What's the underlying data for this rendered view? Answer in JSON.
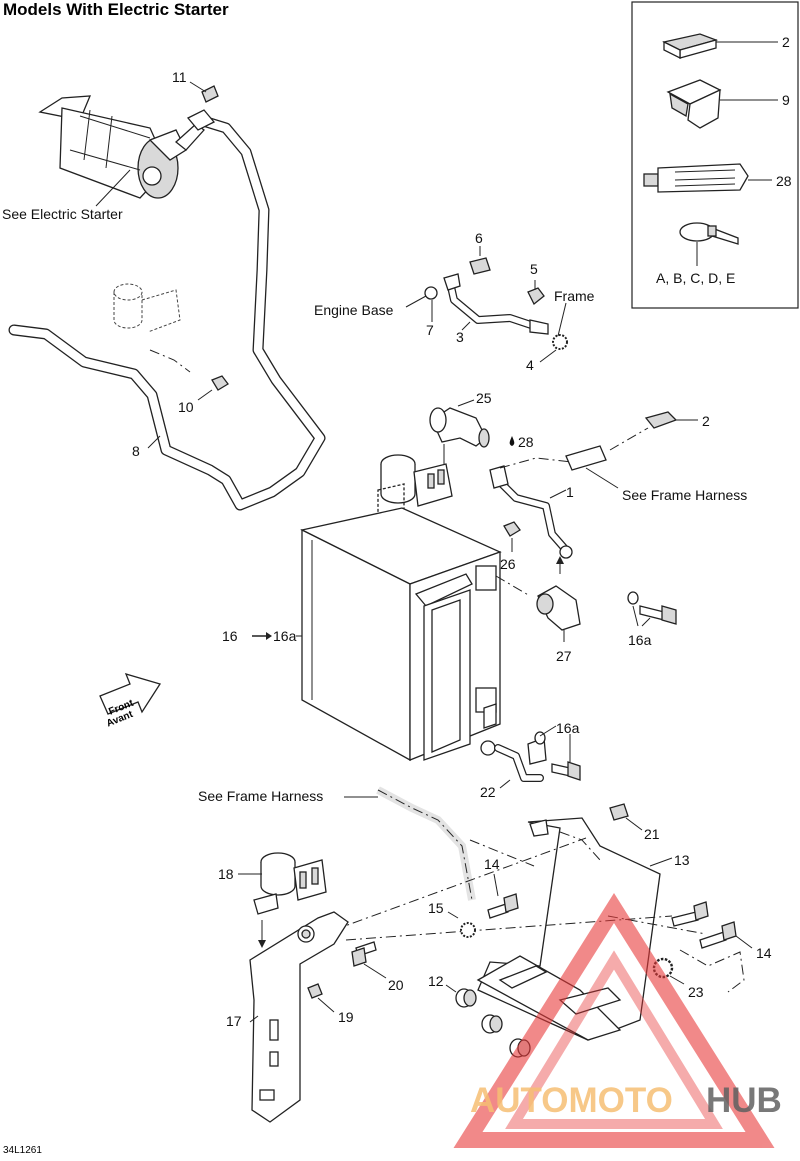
{
  "title": "Models With Electric Starter",
  "doc_id": "34L1261",
  "callouts": {
    "c2_kit": "2",
    "c9": "9",
    "c28_kit": "28",
    "c_ties": "A, B, C, D, E",
    "c11": "11",
    "c6": "6",
    "c5": "5",
    "c7": "7",
    "c3": "3",
    "c4": "4",
    "c10": "10",
    "c8": "8",
    "c25": "25",
    "c28": "28",
    "c2": "2",
    "c1": "1",
    "c26": "26",
    "c27": "27",
    "c16": "16",
    "c16a_arrow": "16a",
    "c16a_a": "16a",
    "c16a_b": "16a",
    "c22": "22",
    "c21": "21",
    "c13": "13",
    "c14_a": "14",
    "c18": "18",
    "c15": "15",
    "c14_b": "14",
    "c20": "20",
    "c12": "12",
    "c23": "23",
    "c17": "17",
    "c19": "19"
  },
  "notes": {
    "electric_starter": "See Electric Starter",
    "engine_base": "Engine Base",
    "frame": "Frame",
    "frame_harness_1": "See Frame Harness",
    "frame_harness_2": "See Frame Harness"
  },
  "front_arrow": {
    "line1": "Front",
    "line2": "Avant"
  },
  "watermark": {
    "part1": "AUTOMOTO",
    "part2": "HUB",
    "color1": "#f5b35a",
    "color2": "#444444",
    "triangle_color": "#e83a3a"
  }
}
